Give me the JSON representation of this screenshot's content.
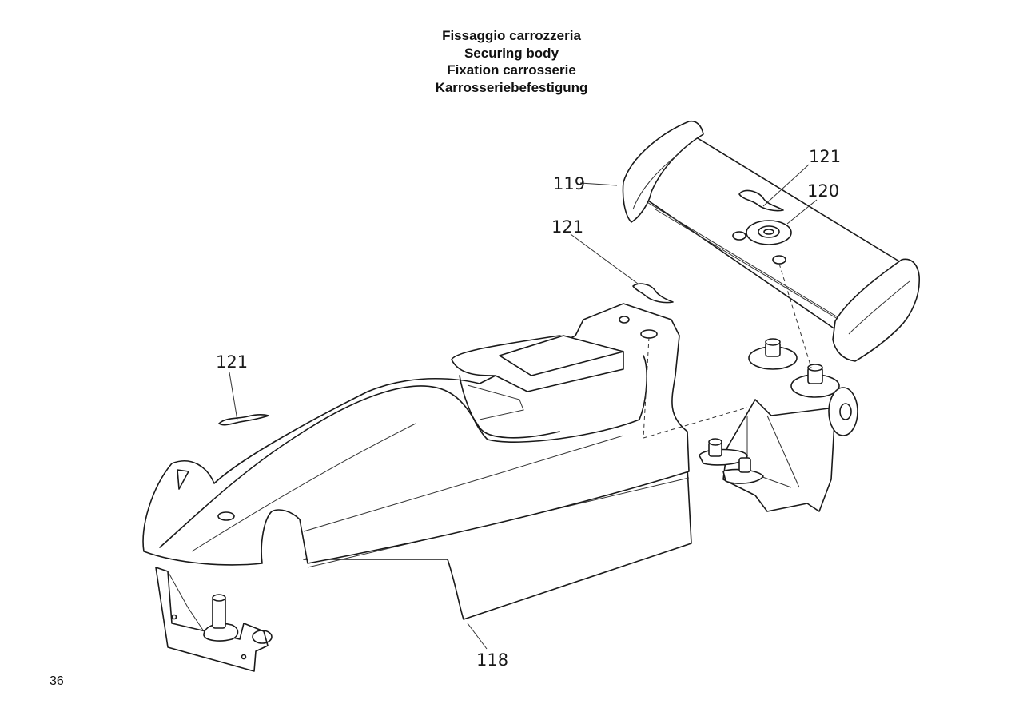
{
  "title": {
    "it": "Fissaggio carrozzeria",
    "en": "Securing body",
    "fr": "Fixation carrosserie",
    "de": "Karrosseriebefestigung"
  },
  "callouts": {
    "rear_wing": "119",
    "wing_clip": "121",
    "washer": "120",
    "middle_clip": "121",
    "front_clip": "121",
    "body": "118"
  },
  "page_number": "36"
}
